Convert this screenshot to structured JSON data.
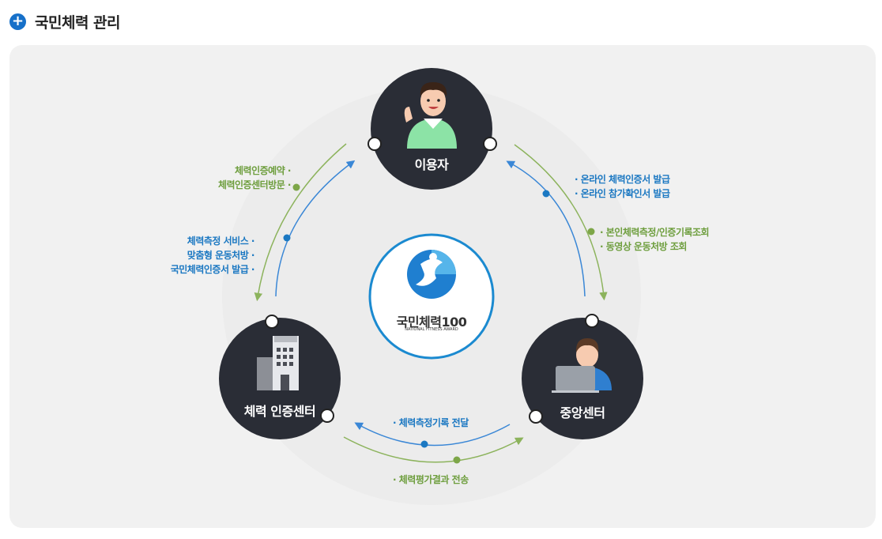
{
  "header": {
    "icon": "plus-icon",
    "title": "국민체력 관리"
  },
  "nodes": {
    "user": {
      "label": "이용자",
      "icon": "person-icon"
    },
    "center": {
      "label": "체력 인증센터",
      "icon": "building-icon"
    },
    "central": {
      "label": "중앙센터",
      "icon": "laptop-person-icon"
    }
  },
  "logo": {
    "name": "국민체력100",
    "subtitle": "NATIONAL FITNESS AWARD"
  },
  "labels": {
    "left_green": [
      "체력인증예약 ·",
      "체력인증센터방문 ·"
    ],
    "left_blue": [
      "체력측정 서비스 ·",
      "맞춤형 운동처방 ·",
      "국민체력인증서 발급 ·"
    ],
    "right_blue": [
      "· 온라인 체력인증서 발급",
      "· 온라인 참가확인서 발급"
    ],
    "right_green": [
      "· 본인체력측정/인증기록조회",
      "· 동영상 운동처방 조회"
    ],
    "bottom_blue": "· 체력측정기록 전달",
    "bottom_green": "· 체력평가결과 전송"
  },
  "colors": {
    "green": "#8cb35c",
    "blue": "#3a87d6",
    "node": "#2a2d36",
    "accent": "#1670c9"
  }
}
